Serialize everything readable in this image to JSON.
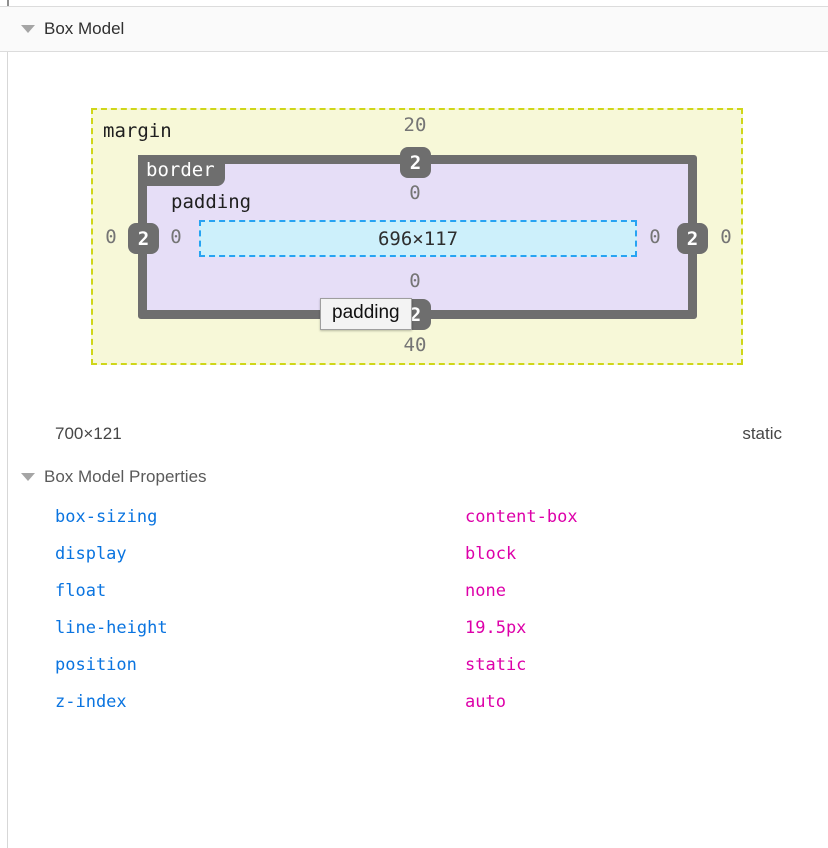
{
  "header": {
    "title": "Box Model"
  },
  "diagram": {
    "margin_label": "margin",
    "border_label": "border",
    "padding_label": "padding",
    "content_size": "696×117",
    "values": {
      "margin_top": "20",
      "margin_bottom": "40",
      "margin_left": "0",
      "margin_right": "0",
      "border_top": "2",
      "border_bottom": "2",
      "border_left": "2",
      "border_right": "2",
      "padding_top": "0",
      "padding_bottom": "0",
      "padding_left": "0",
      "padding_right": "0"
    },
    "tooltip": "padding",
    "colors": {
      "margin_bg": "#f7f8d8",
      "margin_border": "#cfd619",
      "border_band": "#6e6e6e",
      "padding_bg": "#e6def7",
      "content_bg": "#cdf0fb",
      "content_border": "#27a3f2",
      "value_text": "#757575"
    }
  },
  "summary": {
    "dimensions": "700×121",
    "position": "static"
  },
  "properties": {
    "title": "Box Model Properties",
    "rows": [
      {
        "name": "box-sizing",
        "value": "content-box"
      },
      {
        "name": "display",
        "value": "block"
      },
      {
        "name": "float",
        "value": "none"
      },
      {
        "name": "line-height",
        "value": "19.5px"
      },
      {
        "name": "position",
        "value": "static"
      },
      {
        "name": "z-index",
        "value": "auto"
      }
    ],
    "colors": {
      "name": "#0a74e0",
      "value": "#dd00a9"
    }
  }
}
